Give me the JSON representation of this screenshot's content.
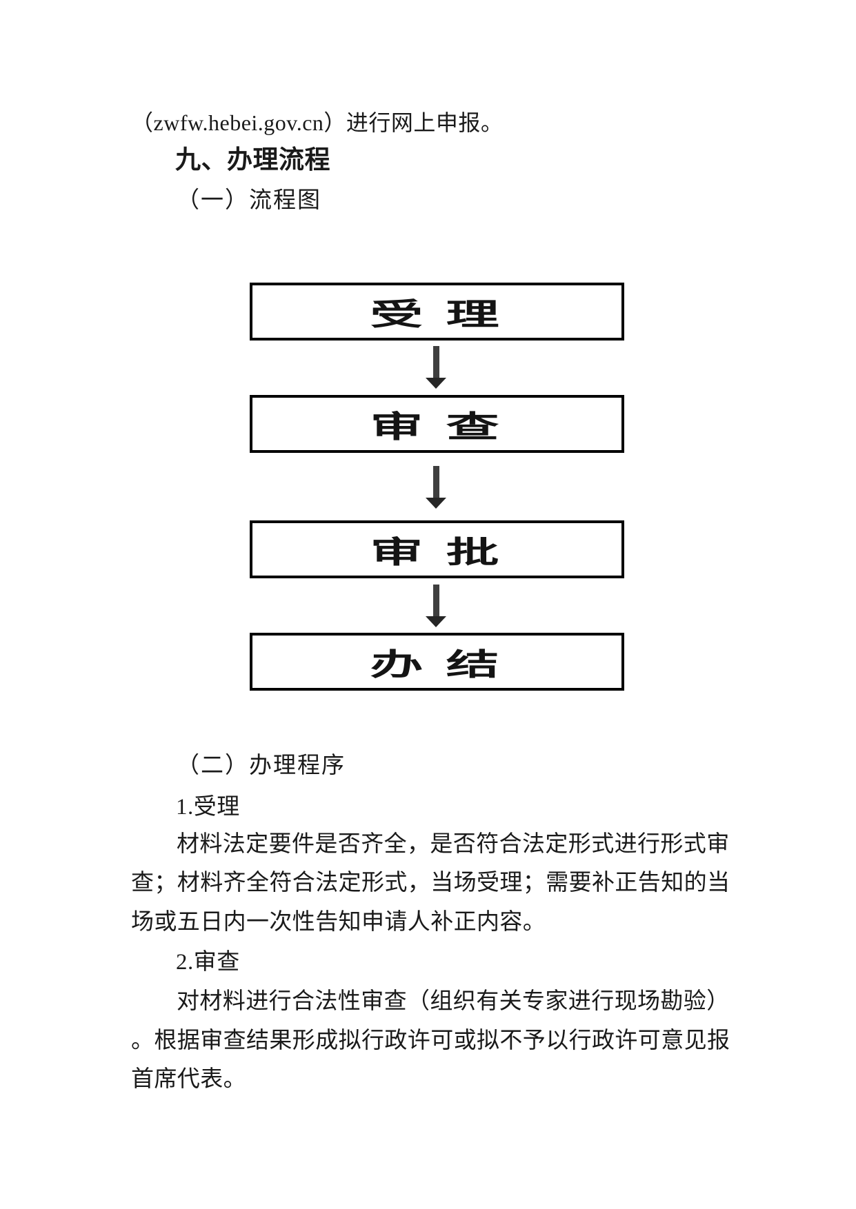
{
  "document": {
    "intro_line": "（zwfw.hebei.gov.cn）进行网上申报。",
    "section_heading": "九、办理流程",
    "subsection1_heading": "（一）流程图",
    "subsection2_heading": "（二）办理程序",
    "flowchart": {
      "steps": [
        {
          "label": "受 理"
        },
        {
          "label": "审 查"
        },
        {
          "label": "审 批"
        },
        {
          "label": "办 结"
        }
      ]
    },
    "procedures": [
      {
        "heading": "1.受理",
        "lines": [
          "材料法定要件是否齐全，是否符合法定形式进行形式审",
          "查；材料齐全符合法定形式，当场受理；需要补正告知的当",
          "场或五日内一次性告知申请人补正内容。"
        ]
      },
      {
        "heading": "2.审查",
        "lines": [
          "对材料进行合法性审查（组织有关专家进行现场勘验）",
          "。根据审查结果形成拟行政许可或拟不予以行政许可意见报",
          "首席代表。"
        ]
      }
    ]
  },
  "colors": {
    "background": "#ffffff",
    "text": "#1a1a1a",
    "box_border": "#000000",
    "arrow": "#3f3f3f"
  }
}
